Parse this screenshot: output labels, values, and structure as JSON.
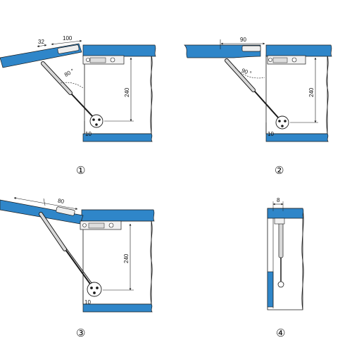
{
  "colors": {
    "panel": "#2f86c9",
    "line": "#1a1a1a",
    "cabinet": "#ffffff"
  },
  "diagrams": [
    {
      "number": "①",
      "dims": {
        "offset": "32",
        "width": "100",
        "angle": "80 °",
        "height": "240",
        "base": "10"
      }
    },
    {
      "number": "②",
      "dims": {
        "width": "90",
        "angle": "90 °",
        "height": "240",
        "base": "10"
      }
    },
    {
      "number": "③",
      "dims": {
        "width": "80",
        "height": "240",
        "base": "10"
      }
    },
    {
      "number": "④",
      "dims": {
        "width": "8"
      }
    }
  ]
}
